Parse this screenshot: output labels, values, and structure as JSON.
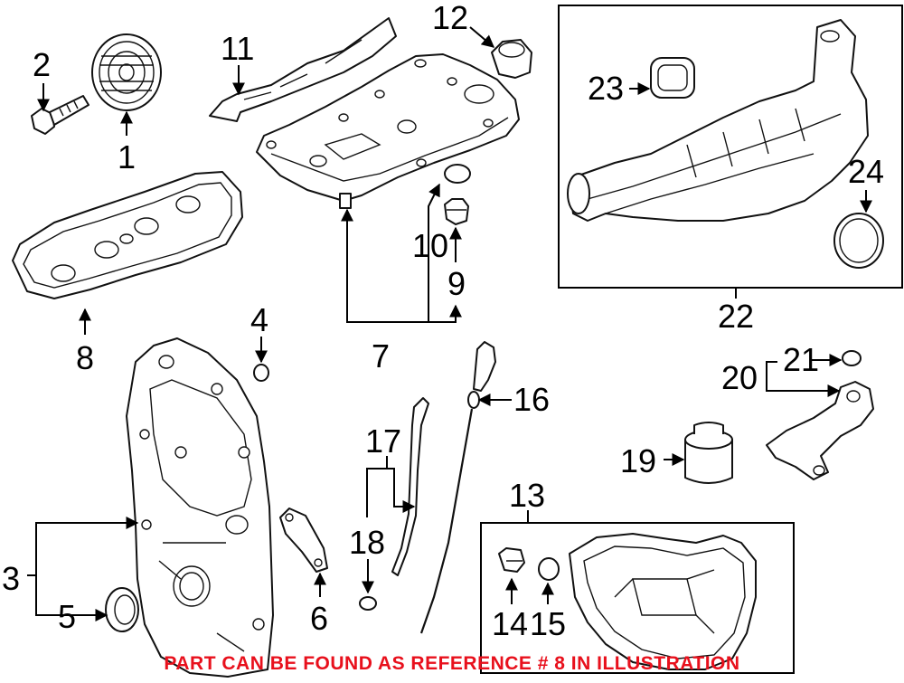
{
  "callouts": {
    "c1": "1",
    "c2": "2",
    "c3": "3",
    "c4": "4",
    "c5": "5",
    "c6": "6",
    "c7": "7",
    "c8": "8",
    "c9": "9",
    "c10": "10",
    "c11": "11",
    "c12": "12",
    "c13": "13",
    "c14": "14",
    "c15": "15",
    "c16": "16",
    "c17": "17",
    "c18": "18",
    "c19": "19",
    "c20": "20",
    "c21": "21",
    "c22": "22",
    "c23": "23",
    "c24": "24"
  },
  "footer_note": "PART CAN BE FOUND AS REFERENCE # 8 IN ILLUSTRATION",
  "colors": {
    "footer_note": "#e8101c",
    "line_art": "#111111",
    "background": "#ffffff"
  }
}
